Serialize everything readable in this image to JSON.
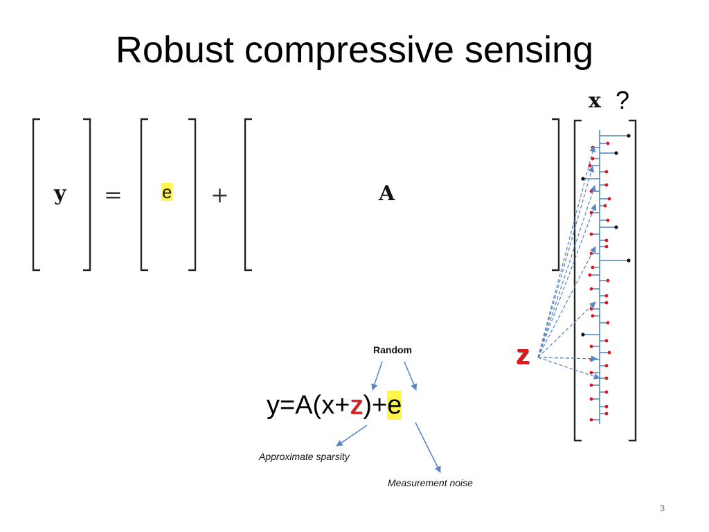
{
  "slide": {
    "title": "Robust compressive sensing",
    "page_number": "3"
  },
  "matrix_eq": {
    "y_label": "y",
    "equals": "=",
    "e_label": "e",
    "plus": "+",
    "a_label": "A",
    "x_label": "x",
    "question": "?"
  },
  "model": {
    "random_label": "Random",
    "equation_prefix": "y=A(x+",
    "z_symbol": "z",
    "equation_middle": ")+",
    "e_symbol": "e",
    "approx_sparsity": "Approximate sparsity",
    "measurement_noise": "Measurement noise"
  },
  "z_callout": "z",
  "colors": {
    "red": "#e8161a",
    "yellow_highlight": "#fff64d",
    "arrow_blue": "#5b86c4",
    "stem_blue": "#4f81bd",
    "dark_dot": "#111111",
    "red_dot": "#e0121a"
  }
}
